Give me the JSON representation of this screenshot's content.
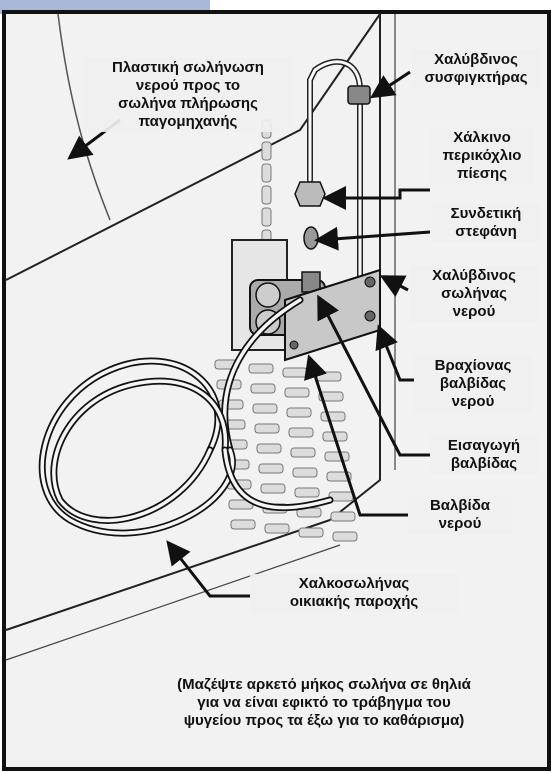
{
  "colors": {
    "frame": "#111111",
    "panel": "#f2f2f2",
    "accent_tab": "#aab8d8",
    "grate": "#dcdcdc"
  },
  "labels": {
    "plastic_tube": [
      "Πλαστική σωλήνωση",
      "νερού προς το",
      "σωλήνα πλήρωσης",
      "παγομηχανής"
    ],
    "steel_clamp": [
      "Χαλύβδινος",
      "συσφιγκτήρας"
    ],
    "brass_nut": [
      "Χάλκινο",
      "περικόχλιο",
      "πίεσης"
    ],
    "ferrule": [
      "Συνδετική",
      "στεφάνη"
    ],
    "steel_tube": [
      "Χαλύβδινος",
      "σωλήνας",
      "νερού"
    ],
    "valve_bracket": [
      "Βραχίονας",
      "βαλβίδας",
      "νερού"
    ],
    "valve_inlet": [
      "Εισαγωγή",
      "βαλβίδας"
    ],
    "water_valve": [
      "Βαλβίδα",
      "νερού"
    ],
    "copper_tube": [
      "Χαλκοσωλήνας",
      "οικιακής παροχής"
    ],
    "note": [
      "(Μαζέψτε αρκετό μήκος σωλήνα σε θηλιά",
      "για να είναι εφικτό το τράβηγμα του",
      "ψυγείου προς τα έξω για το καθάρισμα)"
    ]
  }
}
